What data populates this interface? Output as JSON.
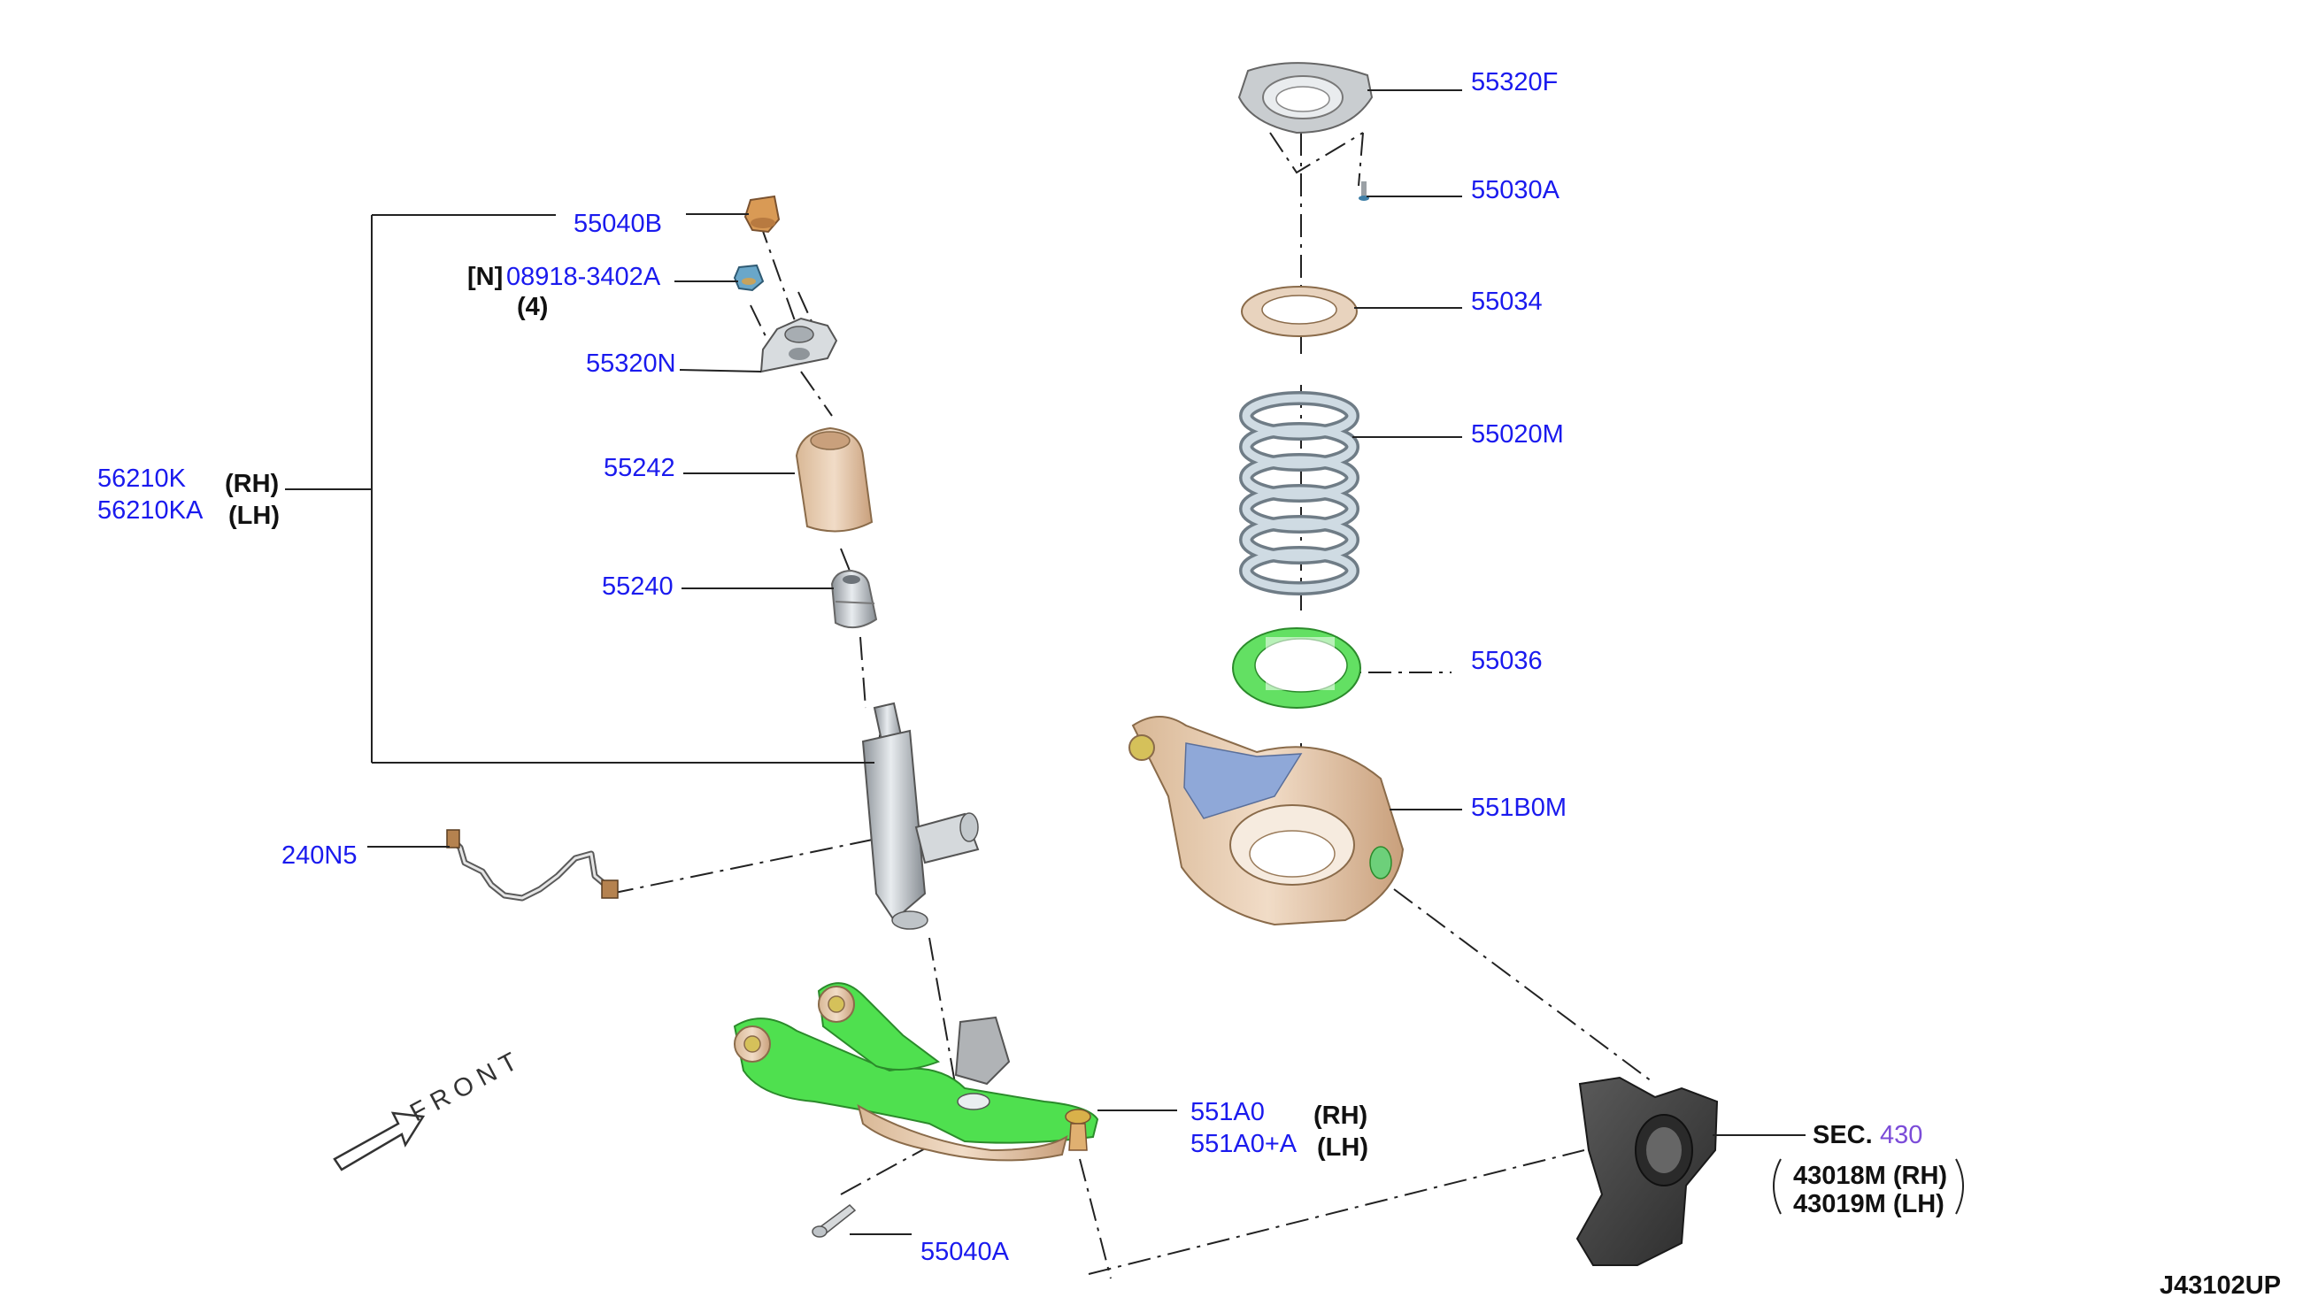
{
  "parts": {
    "p55040B": "55040B",
    "n_prefix": "[N]",
    "p08918": "08918-3402A",
    "qty": "(4)",
    "p55320N": "55320N",
    "p55242": "55242",
    "p55240": "55240",
    "p56210K": "56210K",
    "p56210KA": "56210KA",
    "rh": "(RH)",
    "lh": "(LH)",
    "p240N5": "240N5",
    "p55320F": "55320F",
    "p55030A": "55030A",
    "p55034": "55034",
    "p55020M": "55020M",
    "p55036": "55036",
    "p551B0M": "551B0M",
    "p551A0": "551A0",
    "p551A0A": "551A0+A",
    "p55040A": "55040A",
    "sec_prefix": "SEC.",
    "sec_num": "430",
    "p43018M": "43018M (RH)",
    "p43019M": "43019M (LH)",
    "front": "FRONT",
    "diagram_code": "J43102UP"
  },
  "colors": {
    "label_blue": "#1a1aee",
    "arm_green": "#4fe04f",
    "bushing_tan": "#e2c4a8",
    "spring_steel": "#c7d3dc",
    "knuckle_dark": "#3b3b3b",
    "sec_purple": "#7b4bd8"
  }
}
